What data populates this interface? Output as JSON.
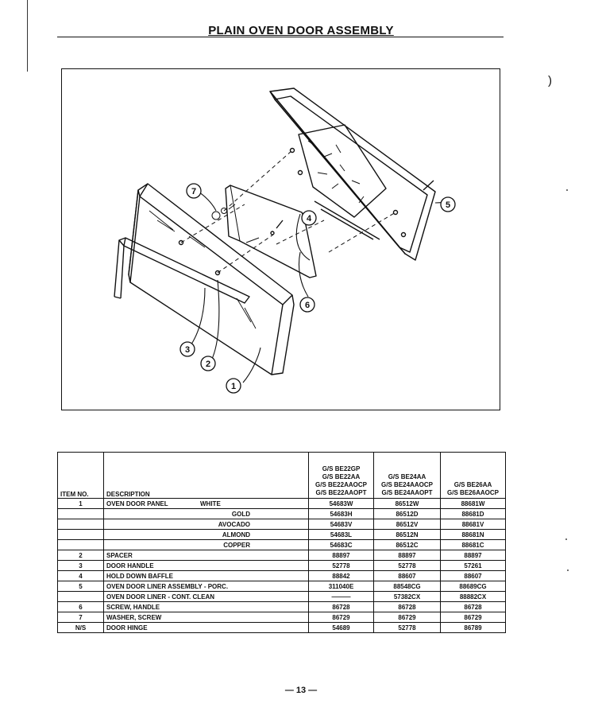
{
  "page": {
    "title": "PLAIN OVEN DOOR ASSEMBLY",
    "margin_mark": ")",
    "page_number": "— 13 —"
  },
  "figure": {
    "callouts": [
      "1",
      "2",
      "3",
      "4",
      "5",
      "6",
      "7"
    ]
  },
  "table": {
    "headers": {
      "item": "ITEM NO.",
      "description": "DESCRIPTION",
      "model_col_1": [
        "G/S BE22GP",
        "G/S BE22AA",
        "G/S BE22AAOCP",
        "G/S BE22AAOPT"
      ],
      "model_col_2": [
        "G/S BE24AA",
        "G/S BE24AAOCP",
        "G/S BE24AAOPT"
      ],
      "model_col_3": [
        "G/S BE26AA",
        "G/S BE26AAOCP"
      ]
    },
    "rows": [
      {
        "item": "1",
        "description": "OVEN DOOR PANEL",
        "finish": "WHITE",
        "c1": "54683W",
        "c2": "86512W",
        "c3": "88681W"
      },
      {
        "item": "",
        "description": "",
        "finish": "GOLD",
        "c1": "54683H",
        "c2": "86512D",
        "c3": "88681D"
      },
      {
        "item": "",
        "description": "",
        "finish": "AVOCADO",
        "c1": "54683V",
        "c2": "86512V",
        "c3": "88681V"
      },
      {
        "item": "",
        "description": "",
        "finish": "ALMOND",
        "c1": "54683L",
        "c2": "86512N",
        "c3": "88681N"
      },
      {
        "item": "",
        "description": "",
        "finish": "COPPER",
        "c1": "54683C",
        "c2": "86512C",
        "c3": "88681C"
      },
      {
        "item": "2",
        "description": "SPACER",
        "finish": "",
        "c1": "88897",
        "c2": "88897",
        "c3": "88897"
      },
      {
        "item": "3",
        "description": "DOOR HANDLE",
        "finish": "",
        "c1": "52778",
        "c2": "52778",
        "c3": "57261"
      },
      {
        "item": "4",
        "description": "HOLD DOWN BAFFLE",
        "finish": "",
        "c1": "88842",
        "c2": "88607",
        "c3": "88607"
      },
      {
        "item": "5",
        "description": "OVEN DOOR LINER ASSEMBLY - PORC.",
        "finish": "",
        "c1": "311040E",
        "c2": "88548CG",
        "c3": "88689CG"
      },
      {
        "item": "",
        "description": "OVEN DOOR LINER - CONT. CLEAN",
        "finish": "",
        "c1": "———",
        "c2": "57382CX",
        "c3": "88882CX"
      },
      {
        "item": "6",
        "description": "SCREW, HANDLE",
        "finish": "",
        "c1": "86728",
        "c2": "86728",
        "c3": "86728"
      },
      {
        "item": "7",
        "description": "WASHER, SCREW",
        "finish": "",
        "c1": "86729",
        "c2": "86729",
        "c3": "86729"
      },
      {
        "item": "N/S",
        "description": "DOOR HINGE",
        "finish": "",
        "c1": "54689",
        "c2": "52778",
        "c3": "86789"
      }
    ]
  }
}
